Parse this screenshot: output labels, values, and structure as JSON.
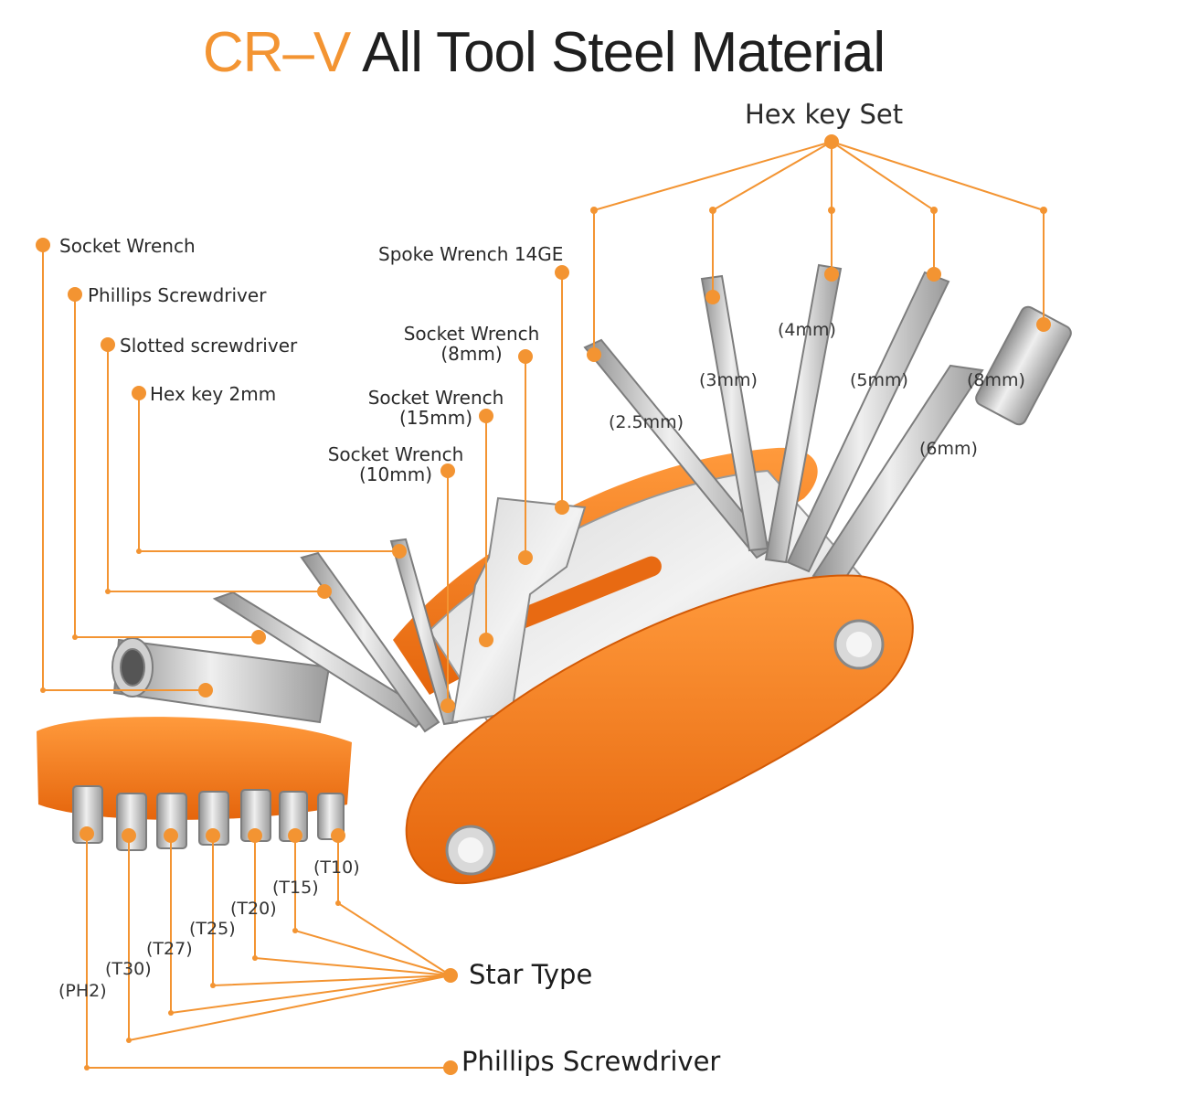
{
  "title": {
    "accent": "CR–V",
    "rest": " All Tool Steel Material"
  },
  "colors": {
    "accent": "#f39432",
    "orange_body": "#f07a1a",
    "steel": "#c8c8c8"
  },
  "labels": {
    "hex_key_set": "Hex key Set",
    "socket_wrench": "Socket Wrench",
    "phillips_screwdriver_top": "Phillips Screwdriver",
    "slotted_screwdriver": "Slotted screwdriver",
    "hex_key_2mm": "Hex key 2mm",
    "spoke_wrench": "Spoke Wrench 14GE",
    "socket_8": {
      "line1": "Socket Wrench",
      "line2": "(8mm)"
    },
    "socket_15": {
      "line1": "Socket Wrench",
      "line2": "(15mm)"
    },
    "socket_10": {
      "line1": "Socket Wrench",
      "line2": "(10mm)"
    },
    "star_type": "Star Type",
    "phillips_screwdriver_bottom": "Phillips Screwdriver"
  },
  "hex_sizes": [
    "(2.5mm)",
    "(3mm)",
    "(4mm)",
    "(5mm)",
    "(8mm)",
    "(6mm)"
  ],
  "bit_sizes": [
    "(PH2)",
    "(T30)",
    "(T27)",
    "(T25)",
    "(T20)",
    "(T15)",
    "(T10)"
  ]
}
